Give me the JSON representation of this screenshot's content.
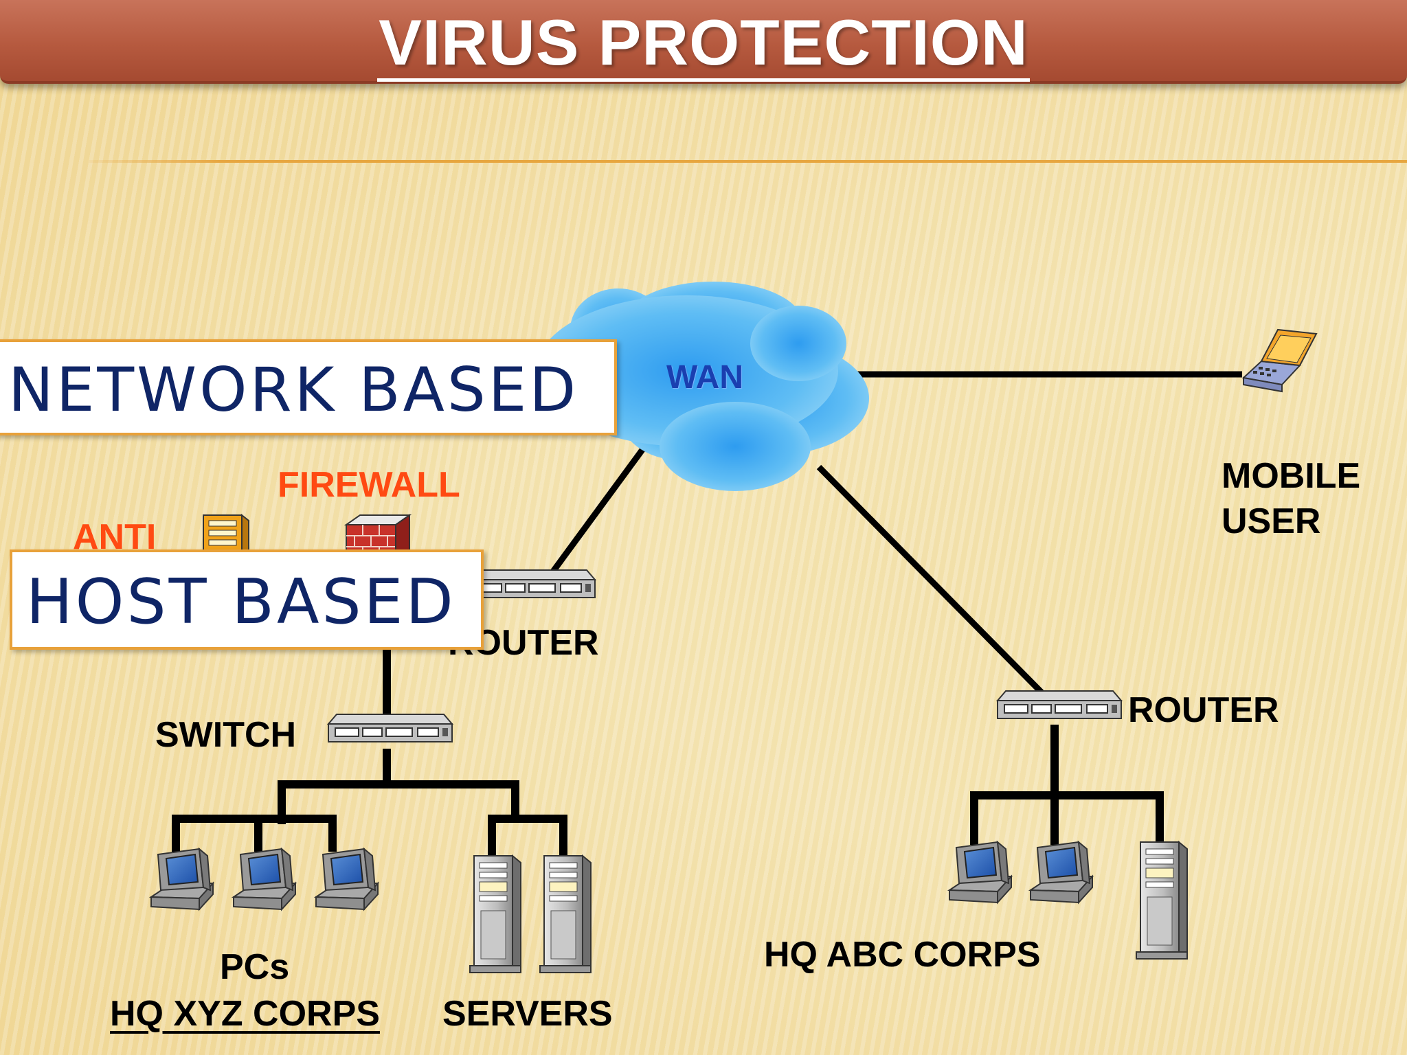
{
  "title": "VIRUS PROTECTION",
  "labels": {
    "wan": "WAN",
    "mobile_user": [
      "MOBILE",
      "USER"
    ],
    "firewall": "FIREWALL",
    "anti": "ANTI",
    "router_left": "ROUTER",
    "router_right": "ROUTER",
    "switch": "SWITCH",
    "pcs": "PCs",
    "hq_xyz": "HQ XYZ CORPS",
    "servers": "SERVERS",
    "hq_abc": "HQ ABC CORPS"
  },
  "overlays": {
    "network_based": "NETWORK BASED",
    "host_based": "HOST BASED"
  },
  "colors": {
    "title_bar": "#b65a3f",
    "cloud": "#3aa8ee",
    "overlay_text": "#0f2566",
    "overlay_border": "#e8a13a",
    "red_label": "#ff4a12"
  }
}
